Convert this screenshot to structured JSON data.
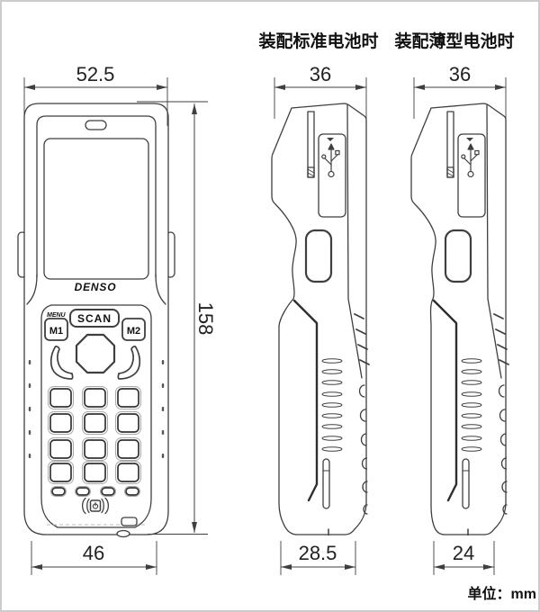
{
  "meta": {
    "unit_label": "单位：mm"
  },
  "captions": {
    "standard_battery": "装配标准电池时",
    "thin_battery": "装配薄型电池时"
  },
  "front_view": {
    "brand": "DENSO",
    "keypad": {
      "menu_label": "MENU",
      "m1_label": "M1",
      "scan_label": "SCAN",
      "m2_label": "M2"
    },
    "dims": {
      "top_width": "52.5",
      "height": "158",
      "bottom_width": "46"
    }
  },
  "side_view_standard": {
    "dims": {
      "top_width": "36",
      "bottom_width": "28.5"
    }
  },
  "side_view_thin": {
    "dims": {
      "top_width": "36",
      "bottom_width": "24"
    }
  },
  "colors": {
    "line": "#3f3f3f",
    "background": "#ffffff",
    "page_border": "#cccccc",
    "text": "#111111"
  }
}
